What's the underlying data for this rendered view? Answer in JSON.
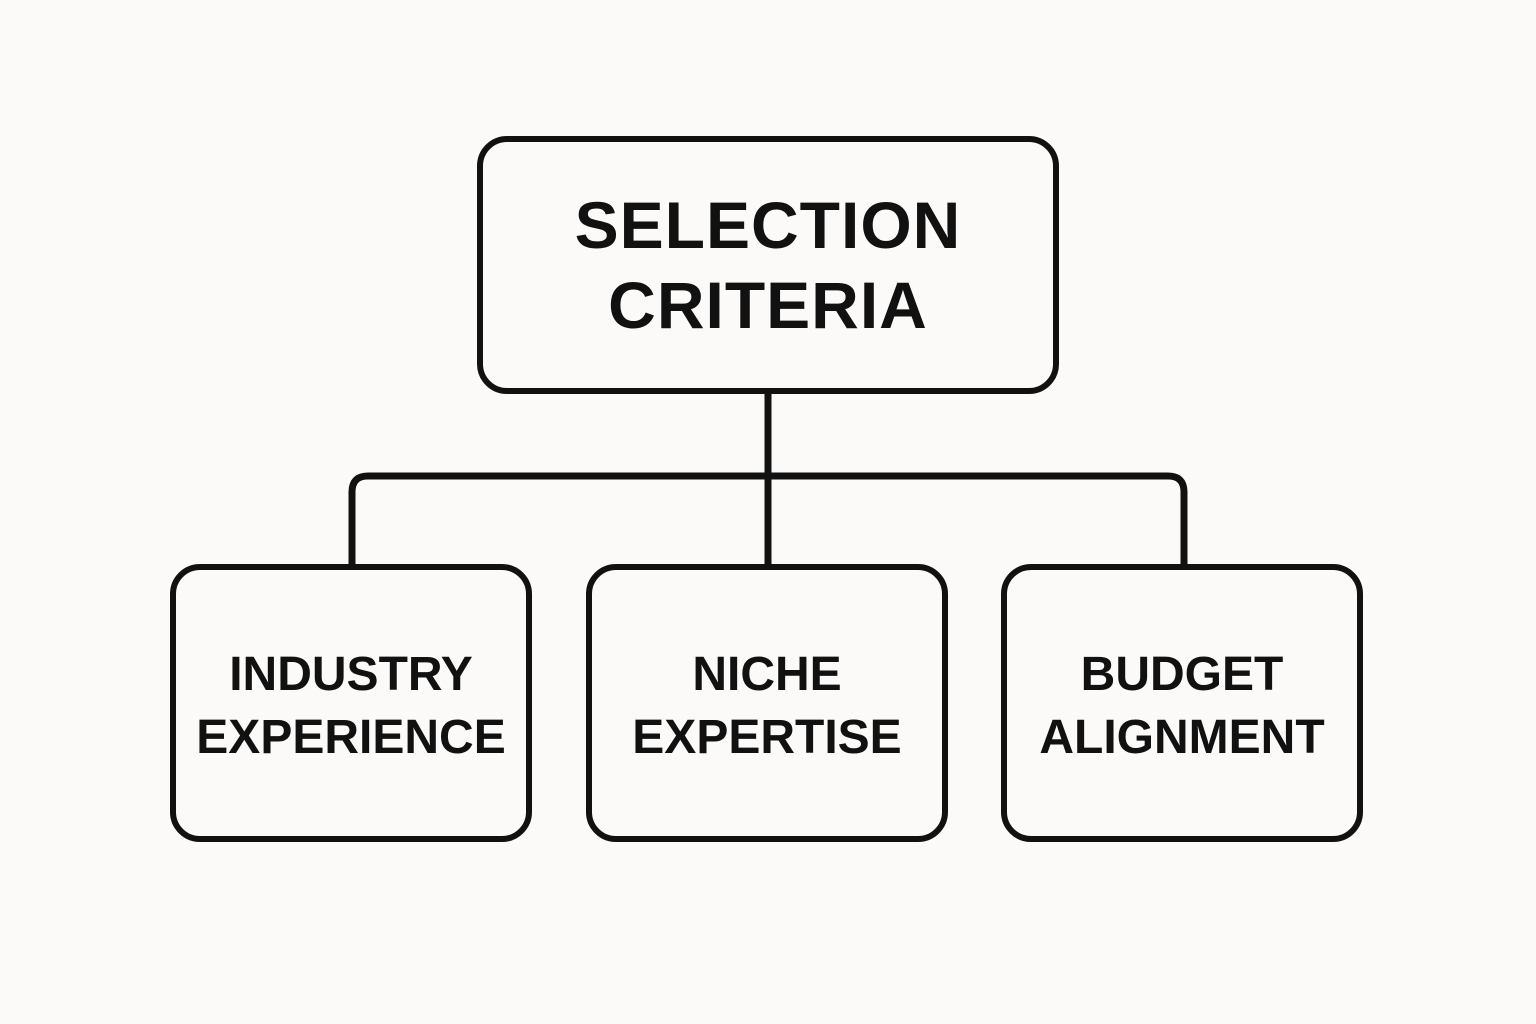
{
  "diagram": {
    "root": {
      "lines": [
        "SELECTION",
        "CRITERIA"
      ]
    },
    "children": [
      {
        "lines": [
          "INDUSTRY",
          "EXPERIENCE"
        ]
      },
      {
        "lines": [
          "NICHE",
          "EXPERTISE"
        ]
      },
      {
        "lines": [
          "BUDGET",
          "ALIGNMENT"
        ]
      }
    ]
  },
  "colors": {
    "stroke": "#111111",
    "background": "#fbfaf8",
    "text": "#111111"
  }
}
